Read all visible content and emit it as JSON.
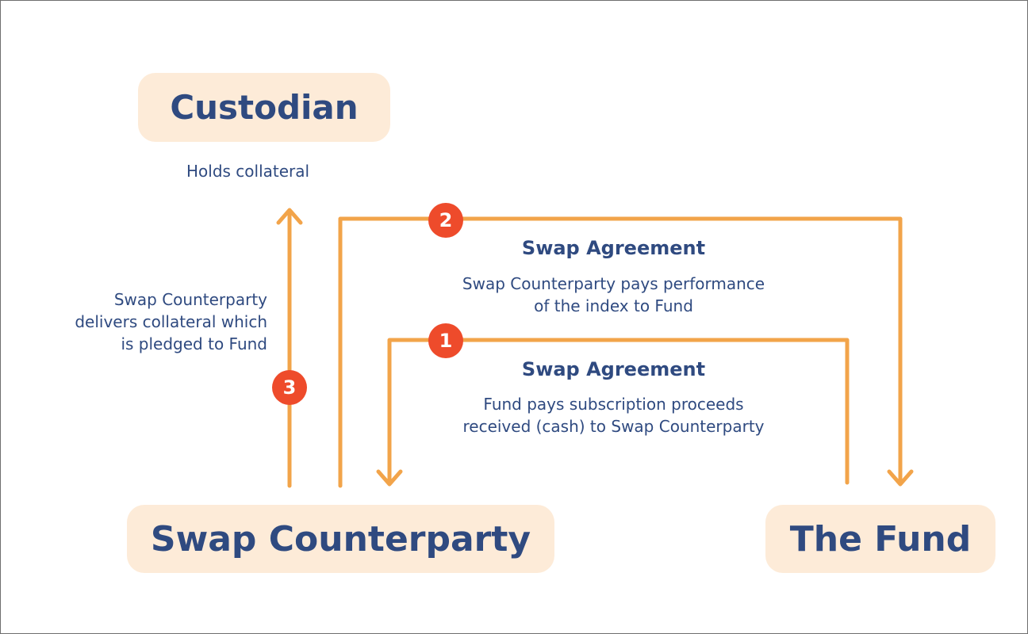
{
  "nodes": {
    "custodian": "Custodian",
    "swap_counterparty": "Swap Counterparty",
    "fund": "The Fund"
  },
  "custodian_note": "Holds collateral",
  "flows": {
    "step1": {
      "number": "1",
      "title": "Swap Agreement",
      "lines": [
        "Fund pays subscription proceeds",
        "received (cash) to Swap Counterparty"
      ]
    },
    "step2": {
      "number": "2",
      "title": "Swap Agreement",
      "lines": [
        "Swap Counterparty pays performance",
        "of the index to Fund"
      ]
    },
    "step3": {
      "number": "3",
      "lines": [
        "Swap Counterparty",
        "delivers collateral which",
        "is pledged to Fund"
      ]
    }
  },
  "colors": {
    "arrow": "#f2a44a",
    "badge": "#ee4b2b",
    "box_fill": "#fdebd8",
    "text": "#2f4a80"
  }
}
